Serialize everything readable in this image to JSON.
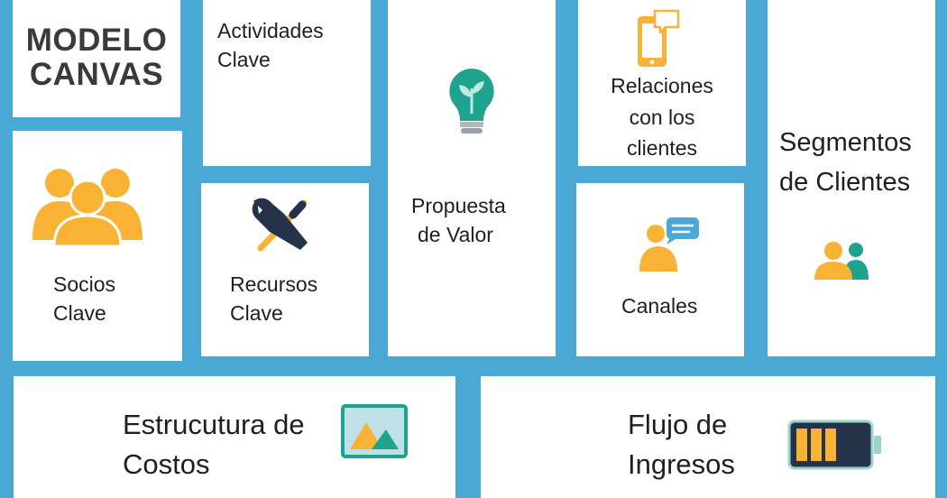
{
  "title": {
    "line1": "MODELO",
    "line2": "CANVAS"
  },
  "blocks": {
    "key_activities": {
      "line1": "Actividades",
      "line2": "Clave",
      "icon": "none"
    },
    "value_proposition": {
      "line1": "Propuesta",
      "line2": "de Valor",
      "icon": "lightbulb-plant-icon"
    },
    "customer_relationships": {
      "line1": "Relaciones",
      "line2": "con los",
      "line3": "clientes",
      "icon": "phone-chat-icon"
    },
    "customer_segments": {
      "line1": "Segmentos",
      "line2": "de Clientes",
      "icon": "users-icon"
    },
    "key_partners": {
      "line1": "Socios",
      "line2": "Clave",
      "icon": "group-people-icon"
    },
    "key_resources": {
      "line1": "Recursos",
      "line2": "Clave",
      "icon": "tools-icon"
    },
    "channels": {
      "line1": "Canales",
      "icon": "person-speech-icon"
    },
    "cost_structure": {
      "line1": "Estrucutura de",
      "line2": "Costos",
      "icon": "mountain-image-icon"
    },
    "revenue_streams": {
      "line1": "Flujo de",
      "line2": "Ingresos",
      "icon": "battery-icon"
    }
  },
  "colors": {
    "frame": "#4aa8d4",
    "orange": "#f9b233",
    "teal": "#1ea38f",
    "navy": "#25334a"
  }
}
